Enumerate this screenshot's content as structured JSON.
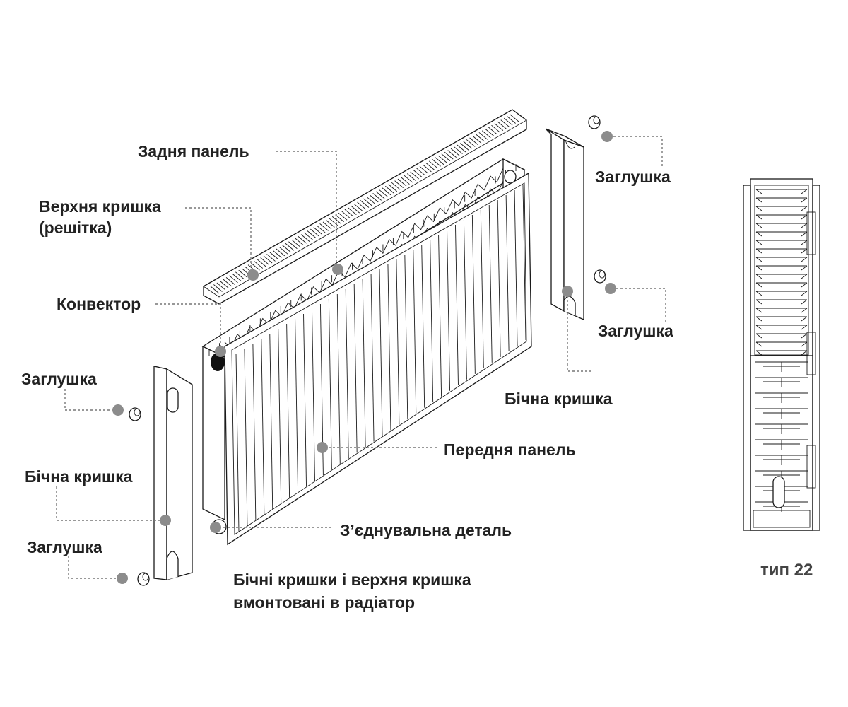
{
  "labels": {
    "back_panel": "Задня панель",
    "top_cover_line1": "Верхня кришка",
    "top_cover_line2": "(решітка)",
    "convector": "Конвектор",
    "end_cap_top_right_1": "Заглушка",
    "end_cap_top_right_2": "Заглушка",
    "side_cover_right": "Бічна кришка",
    "front_panel": "Передня панель",
    "connector_part": "З’єднувальна деталь",
    "end_cap_left_1": "Заглушка",
    "side_cover_left": "Бічна кришка",
    "end_cap_left_2": "Заглушка"
  },
  "caption": {
    "line1": "Бічні кришки і верхня кришка",
    "line2": "вмонтовані в радіатор"
  },
  "type_label": "тип 22",
  "colors": {
    "text": "#222222",
    "leader": "#777777",
    "marker": "#8c8c8c",
    "outline": "#1a1a1a"
  }
}
